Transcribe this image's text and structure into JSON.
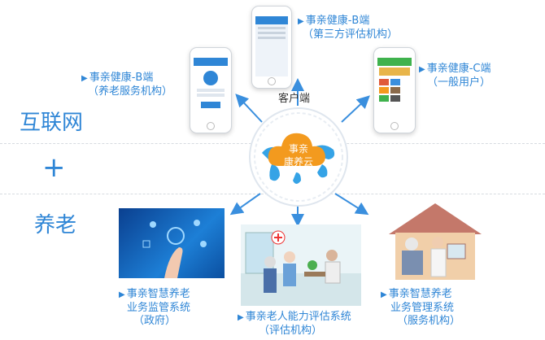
{
  "left_labels": {
    "internet": "互联网",
    "plus": "+",
    "elderly": "养老"
  },
  "center": {
    "line1": "事亲",
    "line2": "康养云"
  },
  "client_label": "客户端",
  "apps": {
    "b_assess": {
      "title": "事亲健康-B端",
      "sub": "（第三方评估机构）"
    },
    "b_care": {
      "title": "事亲健康-B端",
      "sub": "（养老服务机构）"
    },
    "c_user": {
      "title": "事亲健康-C端",
      "sub": "（一般用户）"
    }
  },
  "systems": {
    "gov": {
      "title": "事亲智慧养老",
      "line2": "业务监管系统",
      "sub": "（政府）"
    },
    "assess": {
      "title": "事亲老人能力评估系统",
      "sub": "（评估机构）"
    },
    "service": {
      "title": "事亲智慧养老",
      "line2": "业务管理系统",
      "sub": "（服务机构）"
    }
  },
  "colors": {
    "accent": "#2f86d6",
    "cloud": "#f39a1e",
    "arrow": "#3a8fde"
  }
}
